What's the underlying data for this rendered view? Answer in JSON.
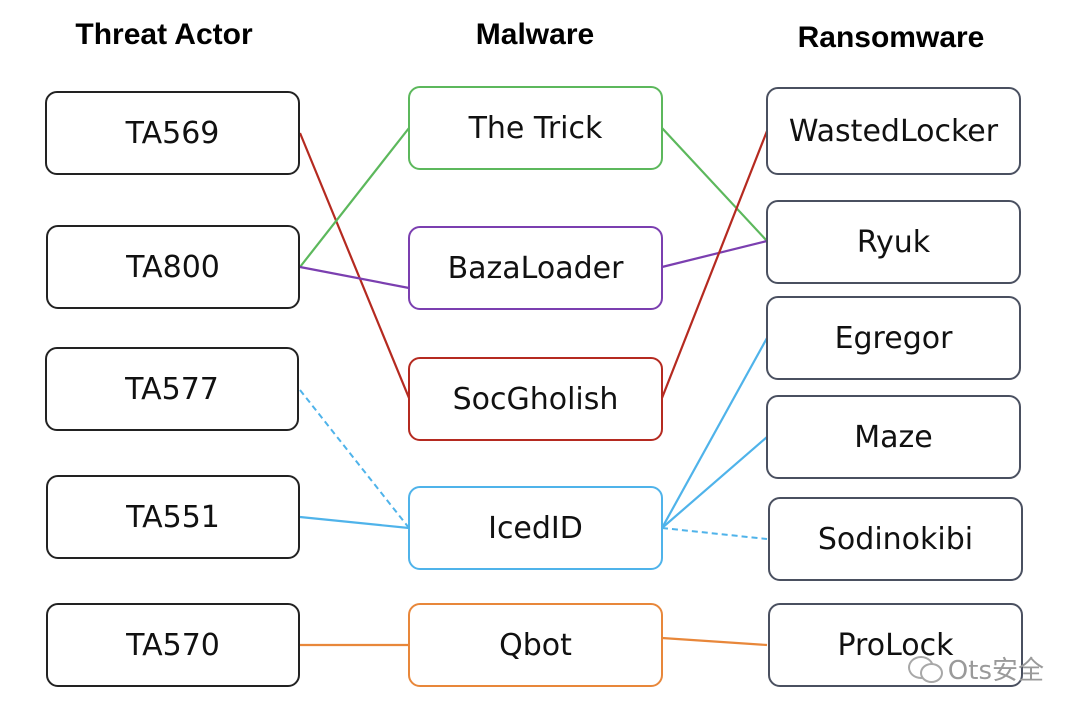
{
  "headers": {
    "threat_actor": "Threat Actor",
    "malware": "Malware",
    "ransomware": "Ransomware"
  },
  "threat_actors": [
    "TA569",
    "TA800",
    "TA577",
    "TA551",
    "TA570"
  ],
  "malware": [
    "The Trick",
    "BazaLoader",
    "SocGholish",
    "IcedID",
    "Qbot"
  ],
  "ransomware": [
    "WastedLocker",
    "Ryuk",
    "Egregor",
    "Maze",
    "Sodinokibi",
    "ProLock"
  ],
  "colors": {
    "the_trick": "#5cb85c",
    "bazaloader": "#7b3fb0",
    "socgholish": "#b52a20",
    "icedid": "#4fb3ea",
    "qbot": "#e8873a",
    "neutral_border": "#2a2a2a",
    "ransomware_border": "#4a5060"
  },
  "links": [
    {
      "from": "TA569",
      "to": "SocGholish",
      "color": "socgholish",
      "style": "solid"
    },
    {
      "from": "TA800",
      "to": "The Trick",
      "color": "the_trick",
      "style": "solid"
    },
    {
      "from": "TA800",
      "to": "BazaLoader",
      "color": "bazaloader",
      "style": "solid"
    },
    {
      "from": "TA577",
      "to": "IcedID",
      "color": "icedid",
      "style": "dashed"
    },
    {
      "from": "TA551",
      "to": "IcedID",
      "color": "icedid",
      "style": "solid"
    },
    {
      "from": "TA570",
      "to": "Qbot",
      "color": "qbot",
      "style": "solid"
    },
    {
      "from": "The Trick",
      "to": "Ryuk",
      "color": "the_trick",
      "style": "solid"
    },
    {
      "from": "BazaLoader",
      "to": "Ryuk",
      "color": "bazaloader",
      "style": "solid"
    },
    {
      "from": "SocGholish",
      "to": "WastedLocker",
      "color": "socgholish",
      "style": "solid"
    },
    {
      "from": "IcedID",
      "to": "Egregor",
      "color": "icedid",
      "style": "solid"
    },
    {
      "from": "IcedID",
      "to": "Maze",
      "color": "icedid",
      "style": "solid"
    },
    {
      "from": "IcedID",
      "to": "Sodinokibi",
      "color": "icedid",
      "style": "dashed"
    },
    {
      "from": "Qbot",
      "to": "ProLock",
      "color": "qbot",
      "style": "solid"
    }
  ],
  "watermark": {
    "text": "Ots安全",
    "icon": "wechat-icon"
  }
}
